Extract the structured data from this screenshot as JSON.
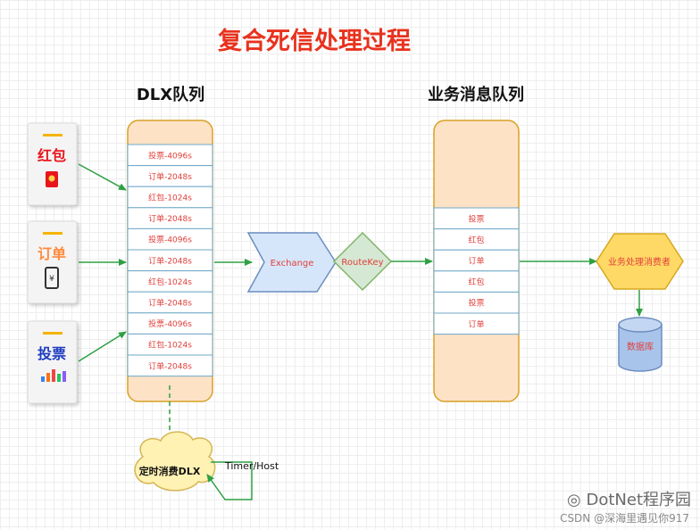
{
  "title": "复合死信处理过程",
  "dlx_heading": "DLX队列",
  "biz_heading": "业务消息队列",
  "sources": [
    {
      "label": "红包",
      "icon": "red-envelope-icon",
      "color": "#e8141a"
    },
    {
      "label": "订单",
      "icon": "mobile-pay-icon",
      "color": "#ff8a3c"
    },
    {
      "label": "投票",
      "icon": "bar-chart-icon",
      "color": "#1c3bbf"
    }
  ],
  "dlx_items": [
    "投票-4096s",
    "订单-2048s",
    "红包-1024s",
    "订单-2048s",
    "投票-4096s",
    "订单-2048s",
    "红包-1024s",
    "订单-2048s",
    "投票-4096s",
    "红包-1024s",
    "订单-2048s"
  ],
  "exchange_label": "Exchange",
  "routekey_label": "RouteKey",
  "biz_items": [
    "投票",
    "红包",
    "订单",
    "红包",
    "投票",
    "订单"
  ],
  "consumer_label": "业务处理消费者",
  "db_label": "数据库",
  "timer_consumer_label": "定时消费DLX",
  "timer_host_label": "Timer/Host",
  "watermark": "DotNet程序园",
  "watermark_sub": "CSDN @深海里遇见你917",
  "colors": {
    "title": "#e8321e",
    "arrow": "#2ea044",
    "queue_fill": "#fde2c6",
    "queue_stroke": "#d9a227",
    "item_stroke": "#6fa8c7",
    "item_text": "#e0403a",
    "exchange_fill": "#d6e6fa",
    "exchange_stroke": "#6c8ebf",
    "routekey_fill": "#d5e8d4",
    "routekey_stroke": "#82b366",
    "consumer_fill": "#ffd966",
    "consumer_stroke": "#d6a81f",
    "db_fill": "#a9c4eb",
    "db_stroke": "#6c8ebf",
    "cloud_fill": "#fff2b3",
    "cloud_stroke": "#d6b656"
  }
}
